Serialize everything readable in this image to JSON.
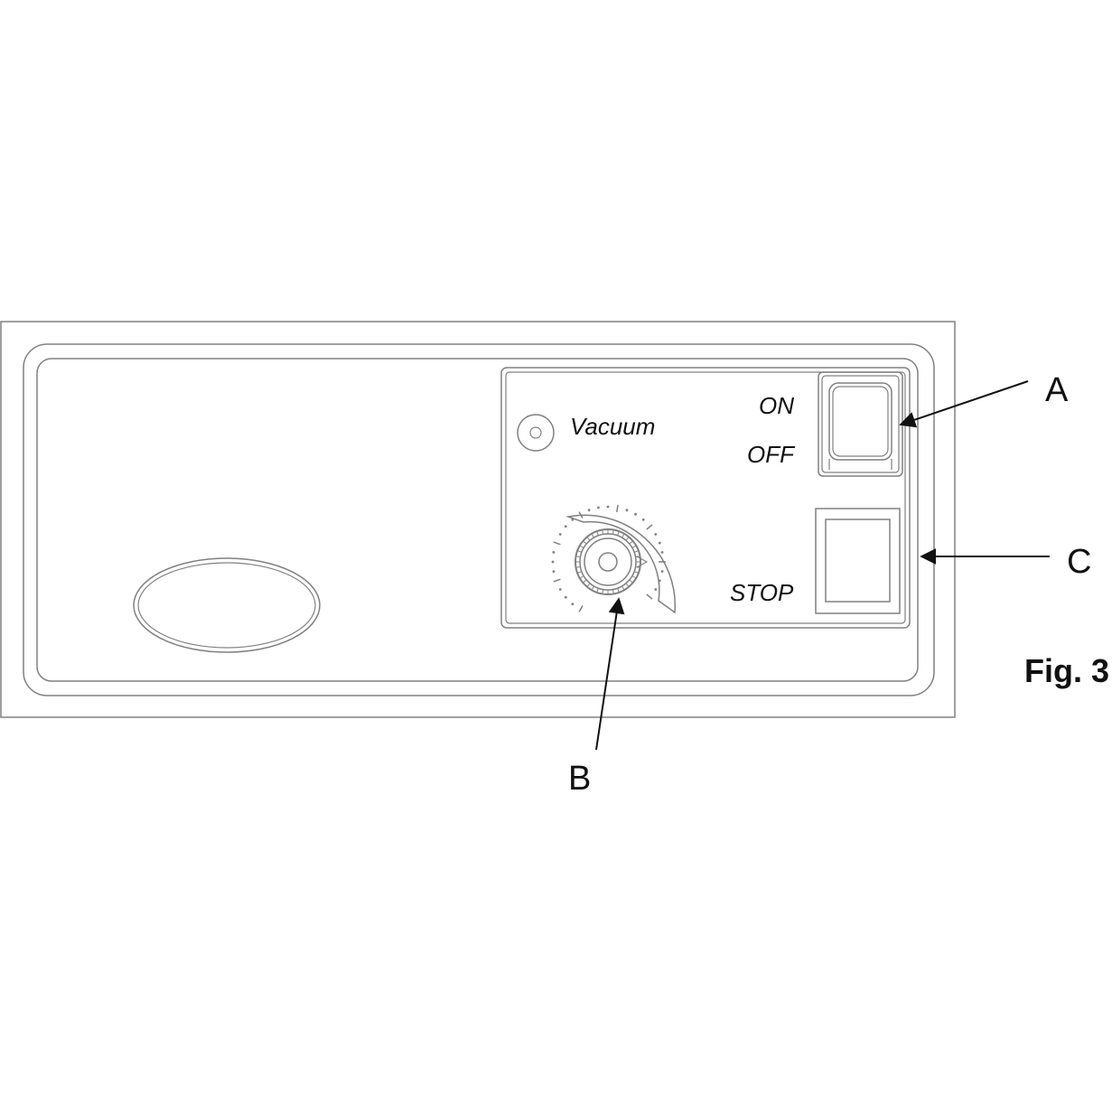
{
  "labels": {
    "vacuum": "Vacuum",
    "on": "ON",
    "off": "OFF",
    "stop": "STOP"
  },
  "callouts": {
    "a": "A",
    "b": "B",
    "c": "C"
  },
  "figure_label": "Fig. 3",
  "colors": {
    "outline": "#808080",
    "ink": "#111111"
  }
}
